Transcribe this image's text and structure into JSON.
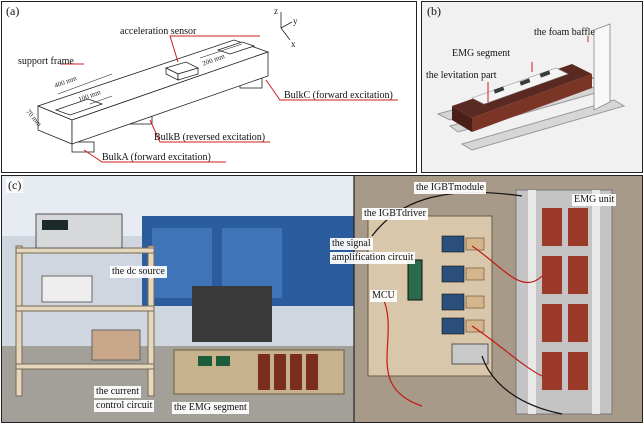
{
  "panel_a": {
    "tag": "(a)",
    "labels": {
      "acceleration_sensor": "acceleration sensor",
      "support_frame": "support frame",
      "bulk_c": "BulkC (forward excitation)",
      "bulk_b": "BulkB (reversed excitation)",
      "bulk_a": "BulkA (forward excitation)"
    },
    "dims": {
      "d400": "400 mm",
      "d200": "200 mm",
      "d100": "100 mm",
      "d70": "70 mm"
    },
    "axes": {
      "z": "z",
      "y": "y",
      "x": "x"
    }
  },
  "panel_b": {
    "tag": "(b)",
    "labels": {
      "foam_baffle": "the foam baffle",
      "emg_segment": "EMG segment",
      "levitation_part": "the levitation part"
    }
  },
  "panel_c": {
    "tag": "(c)",
    "labels": {
      "dc_source": "the dc source",
      "current_control_line1": "the current",
      "current_control_line2": "control circuit",
      "emg_segment": "the EMG segment",
      "igbt_driver": "the IGBTdriver",
      "igbt_module": "the IGBTmodule",
      "signal_amp_line1": "the signal",
      "signal_amp_line2": "amplification circuit",
      "mcu": "MCU",
      "emg_unit": "EMG unit"
    }
  },
  "colors": {
    "leader_line": "#cc1f1f",
    "frame": "#222222",
    "copper": "#8b3a2a"
  }
}
